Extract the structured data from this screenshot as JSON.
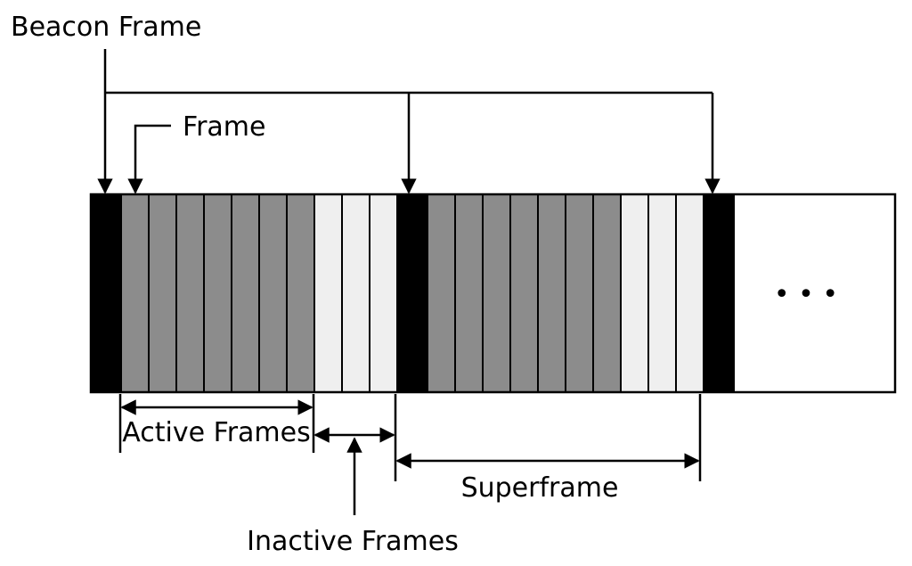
{
  "labels": {
    "beacon_frame": "Beacon Frame",
    "frame": "Frame",
    "active_frames": "Active Frames",
    "inactive_frames": "Inactive Frames",
    "superframe": "Superframe",
    "ellipsis": "• • •"
  },
  "superframes": [
    {
      "active_count": 7,
      "inactive_count": 3
    },
    {
      "active_count": 7,
      "inactive_count": 3
    }
  ],
  "colors": {
    "beacon": "#000000",
    "active": "#8c8c8c",
    "inactive": "#efefef",
    "background": "#ffffff",
    "line": "#000000"
  }
}
